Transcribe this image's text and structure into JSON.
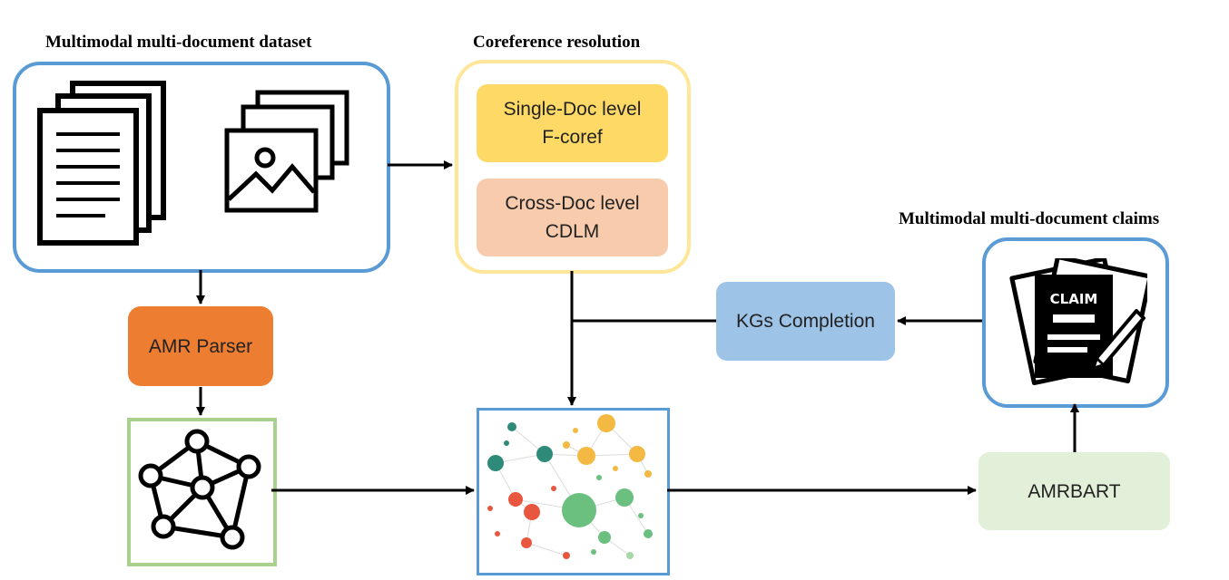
{
  "titles": {
    "dataset": "Multimodal multi-document dataset",
    "coref": "Coreference resolution",
    "claims": "Multimodal multi-document claims"
  },
  "coref": {
    "single": "Single-Doc level\nF-coref",
    "cross": "Cross-Doc level\nCDLM"
  },
  "boxes": {
    "amr_parser": "AMR Parser",
    "kg_completion": "KGs Completion",
    "amrbart": "AMRBART"
  },
  "claim_icon_text": "CLAIM",
  "colors": {
    "blue_border": "#5b9bd5",
    "yellow_border": "#ffe699",
    "single_doc": "#ffd966",
    "cross_doc": "#f8cbad",
    "amr_parser": "#ed7d31",
    "kg_completion": "#9dc3e6",
    "amrbart": "#e2efd9",
    "graph_border": "#a9d18e"
  },
  "icons": [
    "document-stack-icon",
    "image-stack-icon",
    "graph-icon",
    "knowledge-graph-image",
    "claim-icon"
  ]
}
